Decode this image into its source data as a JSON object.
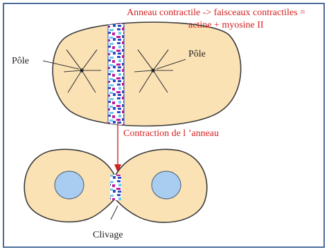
{
  "title_line1": "Anneau contractile -> faisceaux contractiles =",
  "title_line2": "actine + myosine II",
  "pole_left": "Pôle",
  "pole_right": "Pôle",
  "arrow_label": "Contraction de l ’anneau",
  "cleavage_label": "Clivage",
  "colors": {
    "cytoplasm": "#fbe2b4",
    "outline": "#3a3a3a",
    "red_text": "#d42020",
    "nucleus": "#a9cdf0",
    "ring_blue": "#2b4fbf",
    "ring_magenta": "#c2189a",
    "ring_cyan": "#6fc8ee"
  }
}
